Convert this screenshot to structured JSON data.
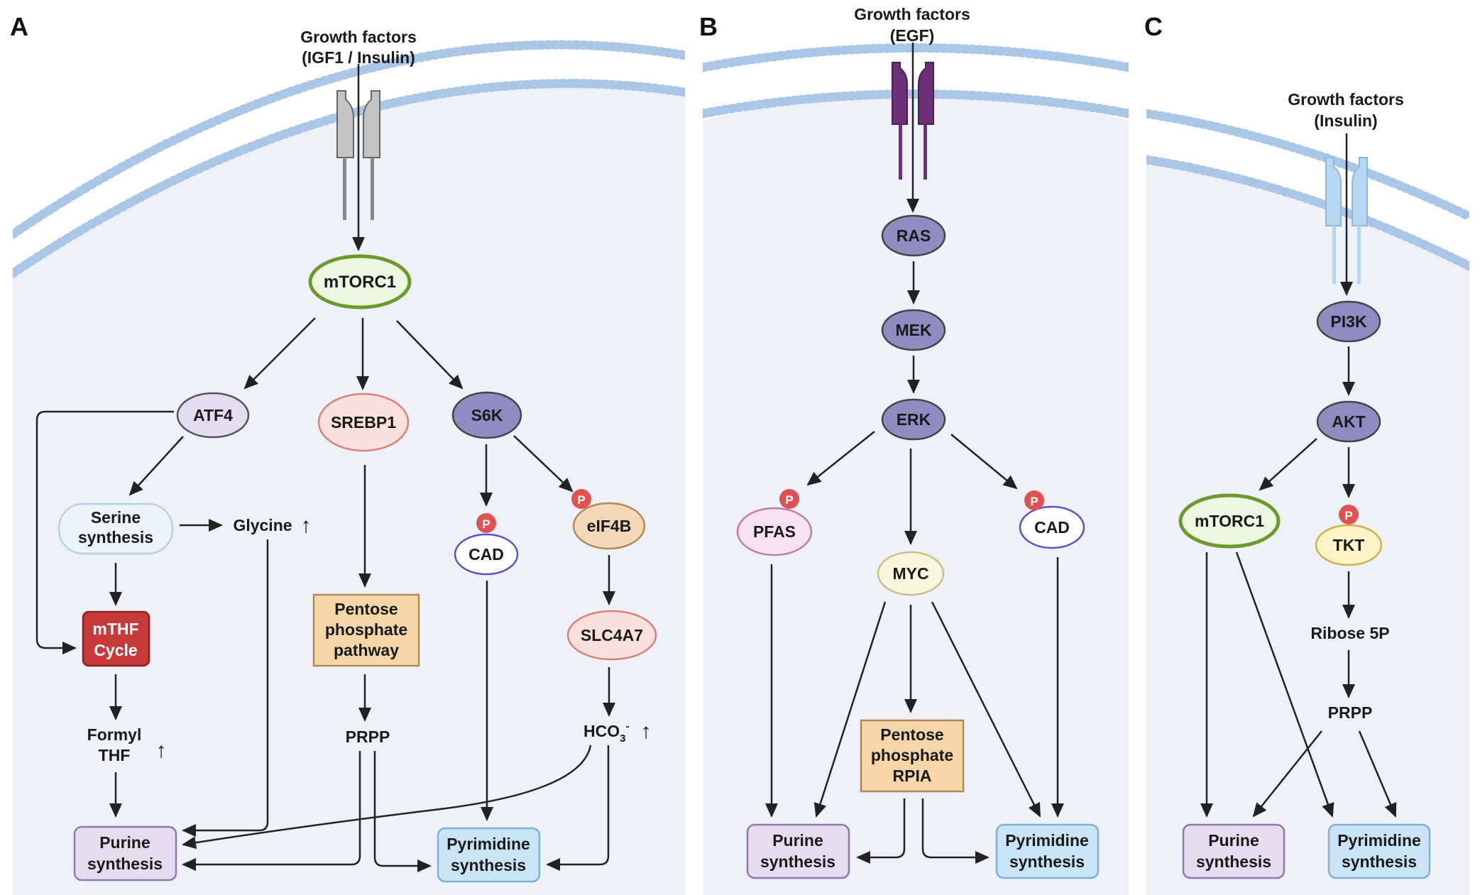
{
  "panel_a": {
    "letter": "A",
    "stimulus_line1": "Growth factors",
    "stimulus_line2": "(IGF1 / Insulin)",
    "mtorc1": "mTORC1",
    "atf4": "ATF4",
    "srebp1": "SREBP1",
    "s6k": "S6K",
    "serine_line1": "Serine",
    "serine_line2": "synthesis",
    "glycine": "Glycine",
    "mthf_line1": "mTHF",
    "mthf_line2": "Cycle",
    "formyl_line1": "Formyl",
    "formyl_line2": "THF",
    "ppp_line1": "Pentose",
    "ppp_line2": "phosphate",
    "ppp_line3": "pathway",
    "prpp": "PRPP",
    "cad": "CAD",
    "eif4b": "eIF4B",
    "slc4a7": "SLC4A7",
    "hco3": "HCO",
    "hco3_sub": "3",
    "hco3_sup": "-",
    "purine_line1": "Purine",
    "purine_line2": "synthesis",
    "pyrimidine_line1": "Pyrimidine",
    "pyrimidine_line2": "synthesis",
    "up_arrow": "↑"
  },
  "panel_b": {
    "letter": "B",
    "stimulus_line1": "Growth factors",
    "stimulus_line2": "(EGF)",
    "ras": "RAS",
    "mek": "MEK",
    "erk": "ERK",
    "pfas": "PFAS",
    "cad": "CAD",
    "myc": "MYC",
    "ppp_line1": "Pentose",
    "ppp_line2": "phosphate",
    "ppp_line3": "RPIA",
    "purine_line1": "Purine",
    "purine_line2": "synthesis",
    "pyrimidine_line1": "Pyrimidine",
    "pyrimidine_line2": "synthesis"
  },
  "panel_c": {
    "letter": "C",
    "stimulus_line1": "Growth factors",
    "stimulus_line2": "(Insulin)",
    "pi3k": "PI3K",
    "akt": "AKT",
    "mtorc1": "mTORC1",
    "tkt": "TKT",
    "ribose": "Ribose 5P",
    "prpp": "PRPP",
    "purine_line1": "Purine",
    "purine_line2": "synthesis",
    "pyrimidine_line1": "Pyrimidine",
    "pyrimidine_line2": "synthesis"
  },
  "phospho_label": "P",
  "colors": {
    "cytoplasm": "#eef1f8",
    "membrane": "#a9c6e6",
    "receptor_a": "#c4c4c4",
    "receptor_b": "#6b3078",
    "receptor_c": "#b7d7f1",
    "mtorc1_fill": "#eef7e2",
    "mtorc1_stroke": "#6b9a2c",
    "kinase_fill": "#8e8cc0",
    "atf4_fill": "#e3dcf2",
    "pink_fill": "#f9e0dc",
    "pink_stroke": "#d98078",
    "cad_stroke": "#5a4fd4",
    "eif4b_fill": "#f2d7b8",
    "mthf_fill": "#c83a3a",
    "ppp_fill": "#f5d6a8",
    "purine_fill": "#e6dcf0",
    "pyrimidine_fill": "#c9e4f6",
    "phospho": "#e0524f",
    "myc_fill": "#faf6dc",
    "tkt_fill": "#fbf3c6",
    "pfas_fill": "#f8e2f1"
  }
}
